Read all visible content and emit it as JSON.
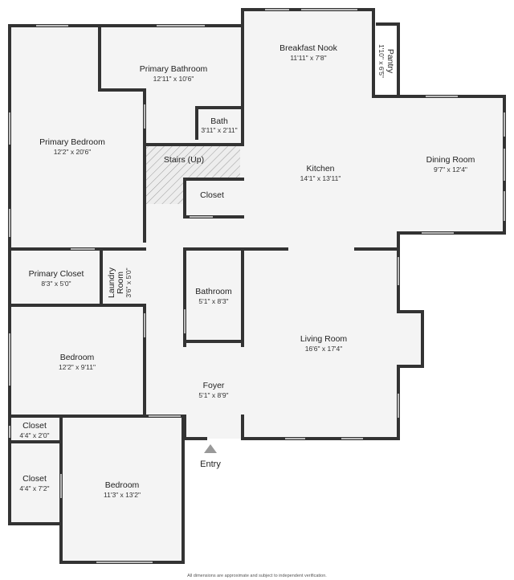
{
  "rooms": {
    "breakfast_nook": {
      "name": "Breakfast Nook",
      "dims": "11'11\" x 7'8\""
    },
    "pantry": {
      "name": "Pantry",
      "dims": "1'10\" x 6'5\""
    },
    "primary_bathroom": {
      "name": "Primary Bathroom",
      "dims": "12'11\" x 10'6\""
    },
    "bath": {
      "name": "Bath",
      "dims": "3'11\" x 2'11\""
    },
    "primary_bedroom": {
      "name": "Primary Bedroom",
      "dims": "12'2\" x 20'6\""
    },
    "stairs": {
      "name": "Stairs (Up)"
    },
    "closet_upper": {
      "name": "Closet"
    },
    "kitchen": {
      "name": "Kitchen",
      "dims": "14'1\" x 13'11\""
    },
    "dining_room": {
      "name": "Dining Room",
      "dims": "9'7\" x 12'4\""
    },
    "primary_closet": {
      "name": "Primary Closet",
      "dims": "8'3\" x 5'0\""
    },
    "laundry_room": {
      "name": "Laundry Room",
      "name_line1": "Laundry",
      "name_line2": "Room",
      "dims": "3'6\" x 5'0\""
    },
    "bathroom": {
      "name": "Bathroom",
      "dims": "5'1\" x 8'3\""
    },
    "bedroom_mid": {
      "name": "Bedroom",
      "dims": "12'2\" x 9'11\""
    },
    "living_room": {
      "name": "Living Room",
      "dims": "16'6\" x 17'4\""
    },
    "foyer": {
      "name": "Foyer",
      "dims": "5'1\" x 8'9\""
    },
    "closet_a": {
      "name": "Closet",
      "dims": "4'4\" x 2'0\""
    },
    "closet_b": {
      "name": "Closet",
      "dims": "4'4\" x 7'2\""
    },
    "bedroom_low": {
      "name": "Bedroom",
      "dims": "11'3\" x 13'2\""
    }
  },
  "entry_label": "Entry",
  "disclaimer": "All dimensions are approximate and subject to independent verification.",
  "colors": {
    "floor": "#f4f4f4",
    "wall": "#333333",
    "window": "#bbbbbb",
    "entry_arrow": "#999999"
  }
}
